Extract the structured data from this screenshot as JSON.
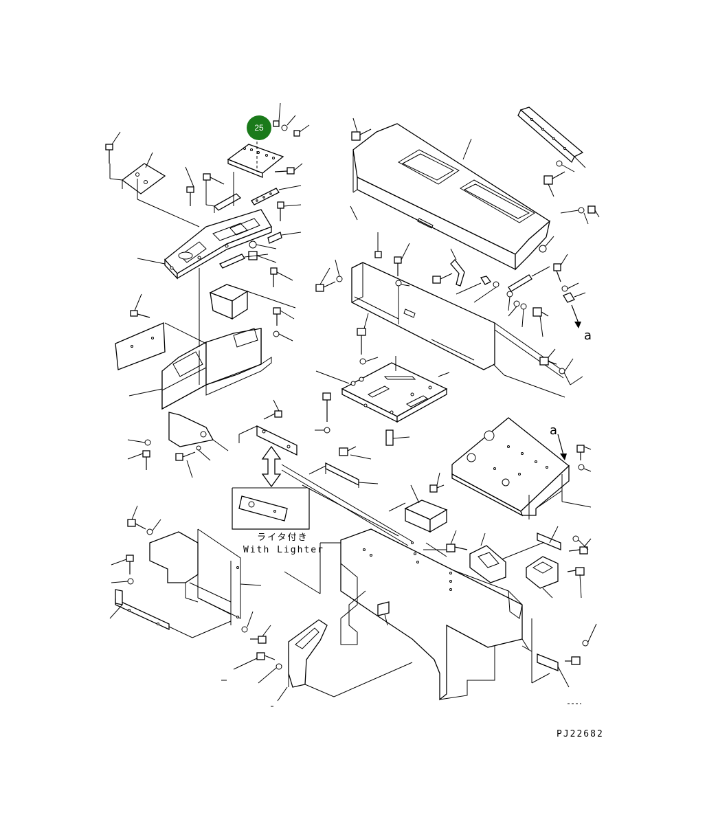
{
  "callout": {
    "number": "25",
    "color": "#1a7a1a"
  },
  "option_label": {
    "jp": "ライタ付き",
    "en": "With Lighter"
  },
  "reference_letter": "a",
  "drawing_code": "PJ22682"
}
